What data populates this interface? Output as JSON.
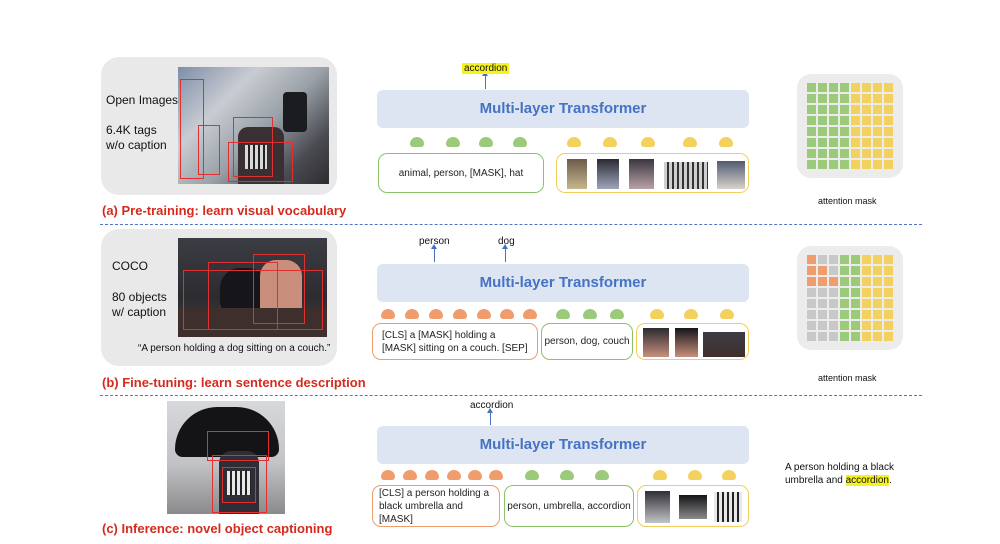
{
  "sections": {
    "pretrain": {
      "title": "(a) Pre-training: learn visual vocabulary",
      "dataset_name": "Open Images",
      "dataset_detail_1": "6.4K tags",
      "dataset_detail_2": "w/o caption",
      "transformer_label": "Multi-layer Transformer",
      "outputs": [
        "accordion"
      ],
      "tag_tokens": "animal,  person,  [MASK],  hat",
      "mask_label": "attention mask"
    },
    "finetune": {
      "title": "(b) Fine-tuning: learn sentence description",
      "dataset_name": "COCO",
      "dataset_detail_1": "80 objects",
      "dataset_detail_2": "w/ caption",
      "example_caption": "“A person holding a dog sitting on a couch.”",
      "transformer_label": "Multi-layer Transformer",
      "outputs": [
        "person",
        "dog"
      ],
      "text_tokens": "[CLS]  a [MASK] holding a [MASK] sitting on a couch. [SEP]",
      "tag_tokens": "person, dog, couch",
      "mask_label": "attention mask"
    },
    "inference": {
      "title": "(c) Inference: novel object captioning",
      "transformer_label": "Multi-layer Transformer",
      "outputs": [
        "accordion"
      ],
      "text_tokens": "[CLS] a person holding a black umbrella and [MASK]",
      "tag_tokens": "person, umbrella, accordion",
      "result_prefix": "A person holding a black umbrella and ",
      "result_highlight": "accordion",
      "result_suffix": "."
    }
  },
  "colors": {
    "title_red": "#d42b1e",
    "transformer_blue": "#4573c4",
    "green": "#9cca7b",
    "orange": "#ef9d6c",
    "yellow": "#f2d15e",
    "gray": "#c8c8c8",
    "highlight": "#f6f21d"
  },
  "attention_masks": {
    "pretrain": {
      "rows": 8,
      "cols": 8,
      "split_col": 4
    },
    "finetune": {
      "rows": 8,
      "cols": 8,
      "text_cols": 3,
      "tag_cols": 2
    }
  }
}
